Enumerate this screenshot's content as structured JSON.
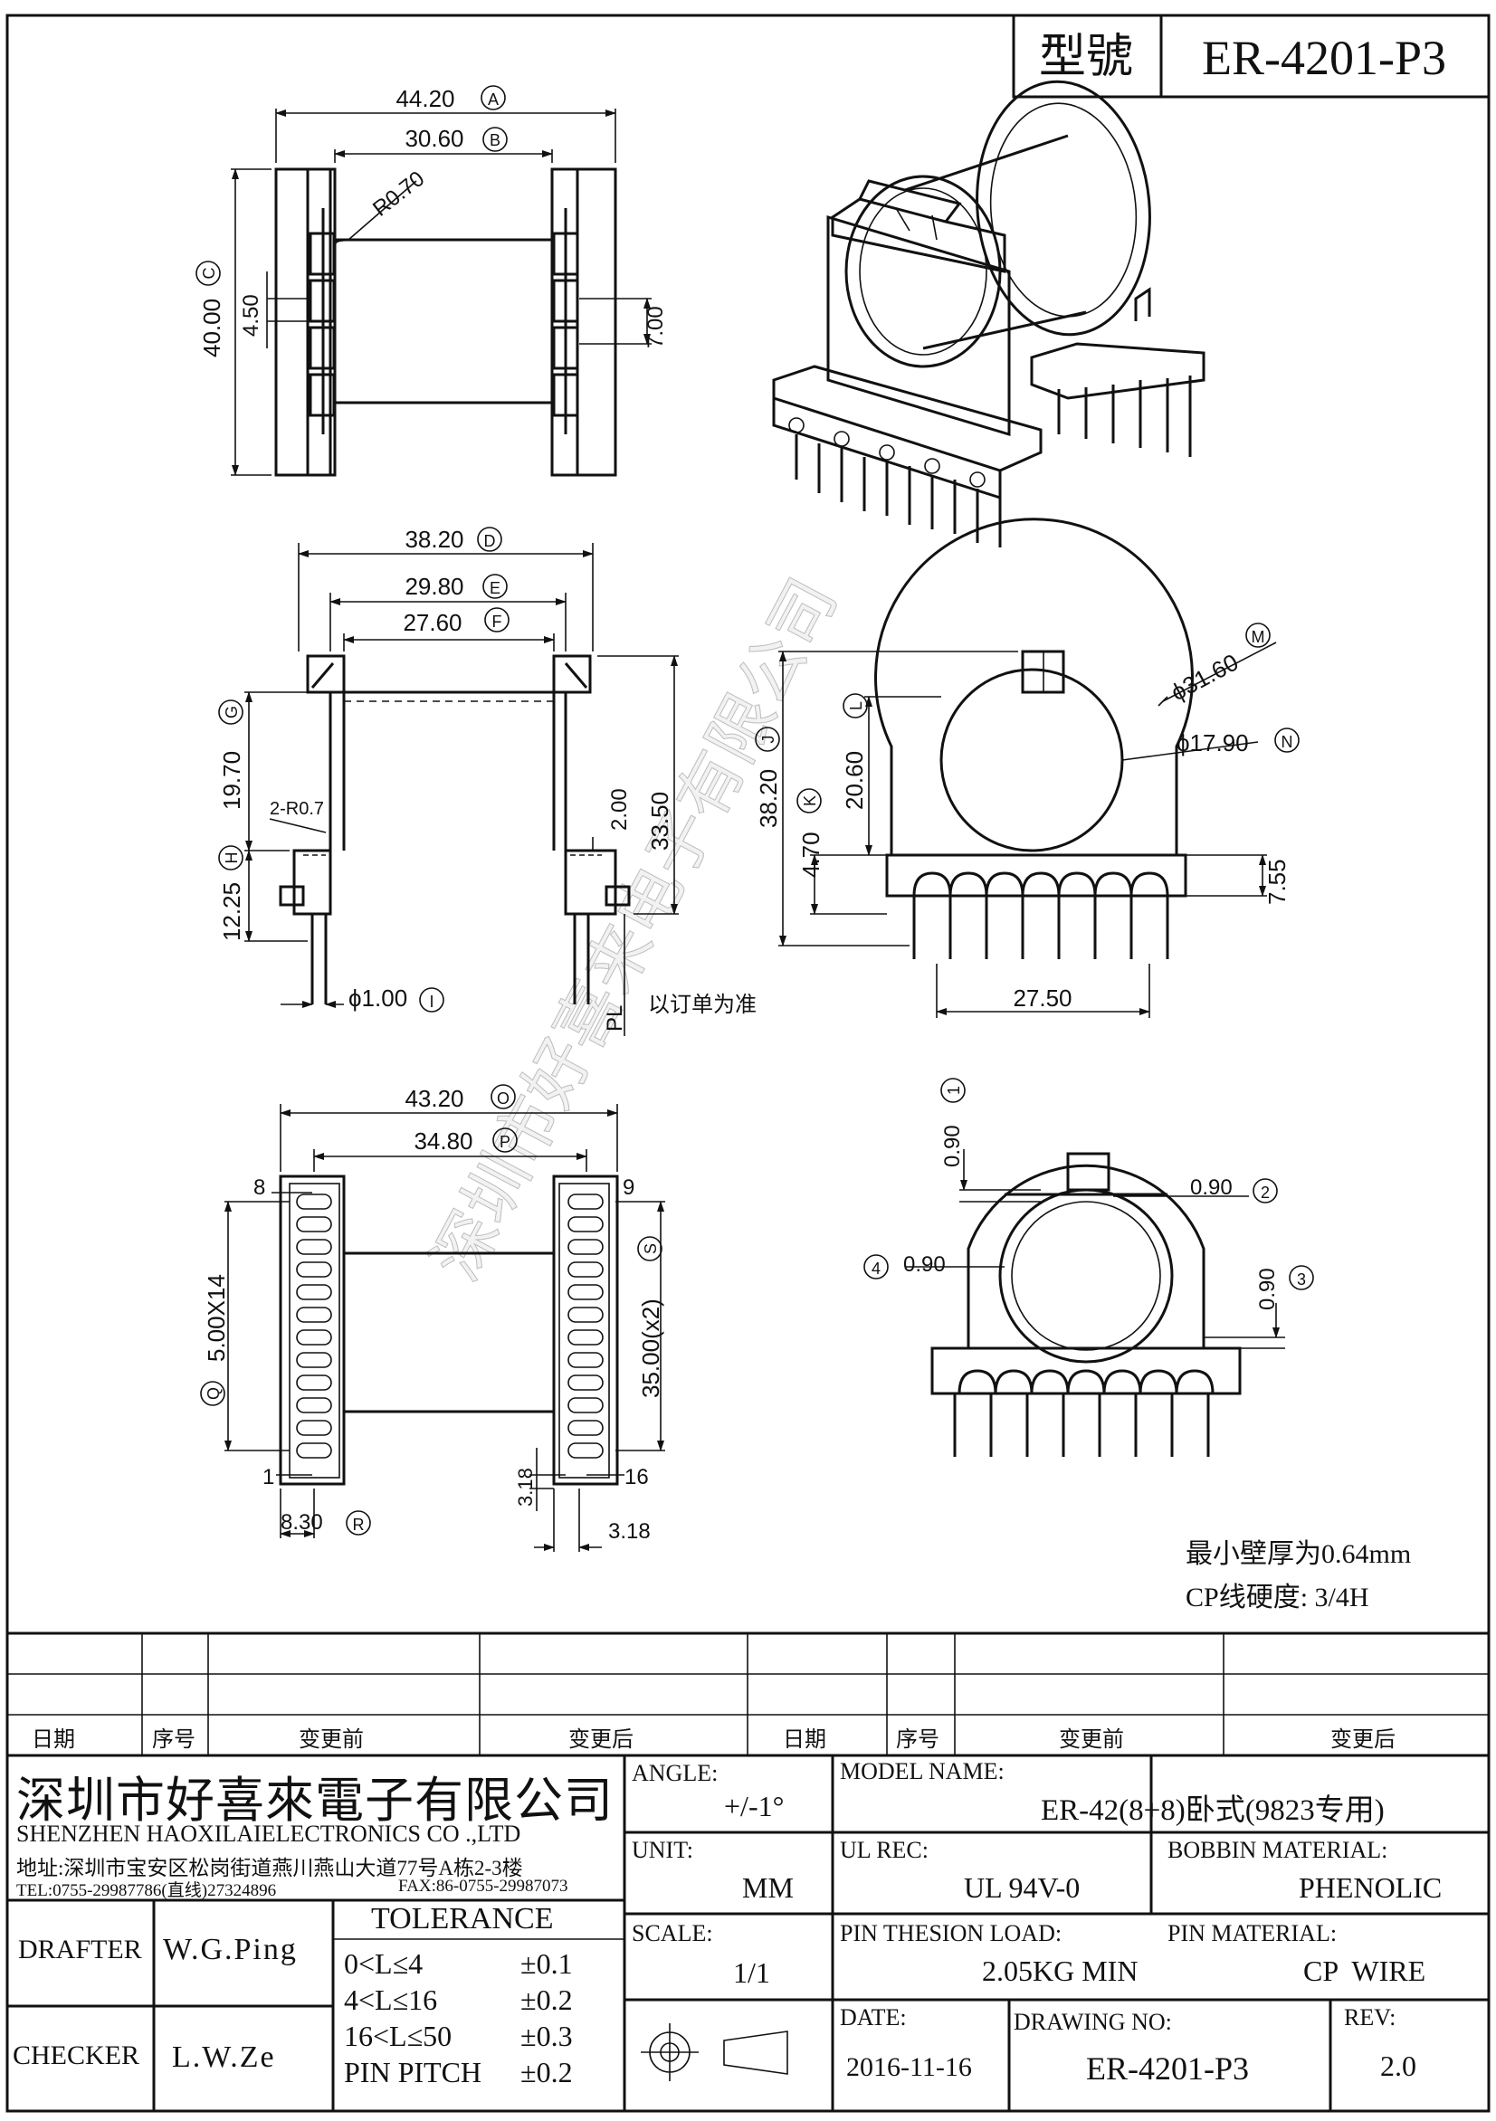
{
  "title_box": {
    "label": "型號",
    "model": "ER-4201-P3"
  },
  "top_view": {
    "dim_a": "44.20",
    "dim_a_tag": "A",
    "dim_b": "30.60",
    "dim_b_tag": "B",
    "radius": "R0.70",
    "dim_c": "40.00",
    "dim_c_tag": "C",
    "dim_slot": "4.50",
    "dim_window": "7.00"
  },
  "front_view": {
    "dim_d": "38.20",
    "dim_d_tag": "D",
    "dim_e": "29.80",
    "dim_e_tag": "E",
    "dim_f": "27.60",
    "dim_f_tag": "F",
    "dim_g": "19.70",
    "dim_g_tag": "G",
    "radius": "2-R0.7",
    "dim_h": "12.25",
    "dim_h_tag": "H",
    "dim_pin": "ϕ1.00",
    "dim_pin_tag": "I",
    "dim_2": "2.00",
    "dim_height": "33.50",
    "pl": "PL",
    "pl_note": "以订单为准"
  },
  "side_view": {
    "dim_j": "38.20",
    "dim_j_tag": "J",
    "dim_k": "4.70",
    "dim_k_tag": "K",
    "dim_l": "20.60",
    "dim_l_tag": "L",
    "dim_m": "ϕ31.60",
    "dim_m_tag": "M",
    "dim_n": "ϕ17.90",
    "dim_n_tag": "N",
    "dim_755": "7.55",
    "dim_base": "27.50"
  },
  "bottom_view": {
    "dim_o": "43.20",
    "dim_o_tag": "O",
    "dim_p": "34.80",
    "dim_p_tag": "P",
    "dim_q": "5.00X14",
    "dim_q_tag": "Q",
    "dim_s": "35.00(x2)",
    "dim_s_tag": "S",
    "dim_r": "8.30",
    "dim_r_tag": "R",
    "dim_318a": "3.18",
    "dim_318b": "3.18",
    "pin_1": "1",
    "pin_8": "8",
    "pin_9": "9",
    "pin_16": "16"
  },
  "wall_view": {
    "t1": "0.90",
    "t1_tag": "1",
    "t2": "0.90",
    "t2_tag": "2",
    "t3": "0.90",
    "t3_tag": "3",
    "t4": "0.90",
    "t4_tag": "4"
  },
  "notes": {
    "min_wall": "最小壁厚为0.64mm",
    "cp_hardness": "CP线硬度: 3/4H"
  },
  "watermark": "深圳市好喜来电子有限公司",
  "revision_table": {
    "headers": [
      "日期",
      "序号",
      "变更前",
      "变更后",
      "日期",
      "序号",
      "变更前",
      "变更后"
    ]
  },
  "company": {
    "name_cn": "深圳市好喜來電子有限公司",
    "name_en": "SHENZHEN HAOXILAIELECTRONICS CO .,LTD",
    "address": "地址:深圳市宝安区松岗街道燕川燕山大道77号A栋2-3楼",
    "tel": "TEL:0755-29987786(直线)27324896",
    "fax": "FAX:86-0755-29987073"
  },
  "people": {
    "drafter_label": "DRAFTER",
    "drafter": "W.G.Ping",
    "checker_label": "CHECKER",
    "checker": "L.W.Ze"
  },
  "tolerance": {
    "label": "TOLERANCE",
    "rows": [
      {
        "range": "0<L≤4",
        "tol": "±0.1"
      },
      {
        "range": "4<L≤16",
        "tol": "±0.2"
      },
      {
        "range": "16<L≤50",
        "tol": "±0.3"
      },
      {
        "range": "PIN PITCH",
        "tol": "±0.2"
      }
    ]
  },
  "specs": {
    "angle_label": "ANGLE:",
    "angle": "+/-1°",
    "unit_label": "UNIT:",
    "unit": "MM",
    "scale_label": "SCALE:",
    "scale": "1/1",
    "model_name_label": "MODEL NAME:",
    "model_name": "ER-42(8+8)卧式(9823专用)",
    "ul_label": "UL REC:",
    "ul": "UL 94V-0",
    "bobbin_label": "BOBBIN MATERIAL:",
    "bobbin": "PHENOLIC",
    "pin_load_label": "PIN THESION LOAD:",
    "pin_load": "2.05KG MIN",
    "pin_material_label": "PIN MATERIAL:",
    "pin_material": "CP  WIRE",
    "date_label": "DATE:",
    "date": "2016-11-16",
    "drawing_no_label": "DRAWING NO:",
    "drawing_no": "ER-4201-P3",
    "rev_label": "REV:",
    "rev": "2.0"
  }
}
